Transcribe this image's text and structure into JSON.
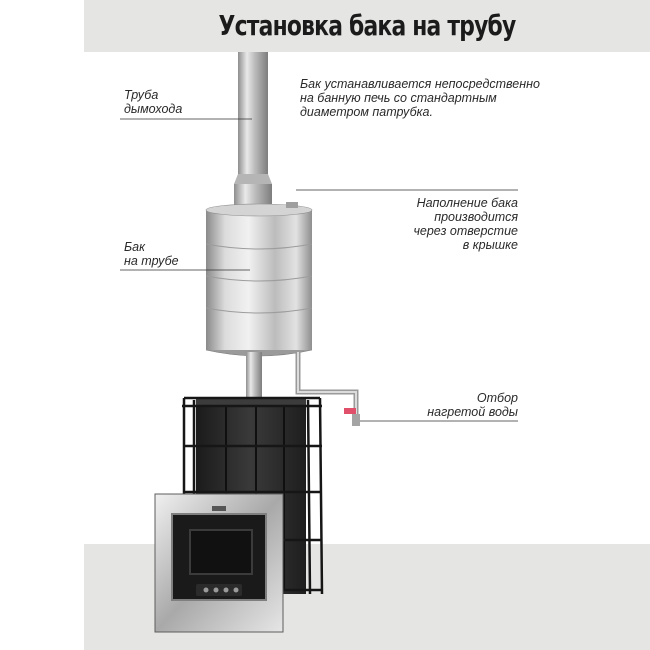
{
  "title": "Установка бака на трубу",
  "labels": {
    "chimney": [
      "Труба",
      "дымохода"
    ],
    "description": [
      "Бак устанавливается непосредственно",
      "на банную печь со стандартным",
      "диаметром патрубка."
    ],
    "filling": [
      "Наполнение бака",
      "производится",
      "через отверстие",
      "в крышке"
    ],
    "tank": [
      "Бак",
      "на трубе"
    ],
    "outlet": [
      "Отбор",
      "нагретой воды"
    ]
  },
  "colors": {
    "band": "#e5e5e3",
    "steel": "#c6c6c6",
    "stove": "#2a2a2a",
    "tap_handle": "#e0506a"
  }
}
